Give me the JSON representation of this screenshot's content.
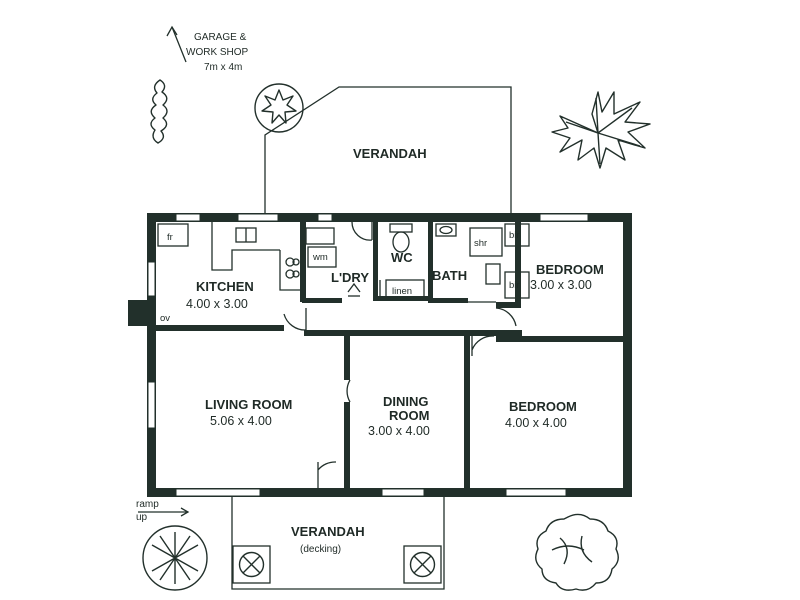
{
  "outside": {
    "garage": {
      "line1": "GARAGE &",
      "line2": "WORK SHOP",
      "size": "7m x 4m"
    },
    "rear_verandah": "VERANDAH",
    "front_verandah": {
      "name": "VERANDAH",
      "note": "(decking)"
    },
    "ramp": {
      "line1": "ramp",
      "line2": "up"
    }
  },
  "rooms": {
    "kitchen": {
      "name": "KITCHEN",
      "size": "4.00 x 3.00"
    },
    "laundry": {
      "name": "L'DRY"
    },
    "wc": {
      "name": "WC"
    },
    "bath": {
      "name": "BATH"
    },
    "bedroom1": {
      "name": "BEDROOM",
      "size": "3.00 x 3.00"
    },
    "living": {
      "name": "LIVING ROOM",
      "size": "5.06 x 4.00"
    },
    "dining": {
      "name": "DINING",
      "name2": "ROOM",
      "size": "3.00 x 4.00"
    },
    "bedroom2": {
      "name": "BEDROOM",
      "size": "4.00 x 4.00"
    }
  },
  "fixtures": {
    "fridge": "fr",
    "washing_machine": "wm",
    "linen": "linen",
    "shower": "shr",
    "built_in_robe_1": "bir",
    "built_in_robe_2": "bir",
    "oven": "ov"
  }
}
